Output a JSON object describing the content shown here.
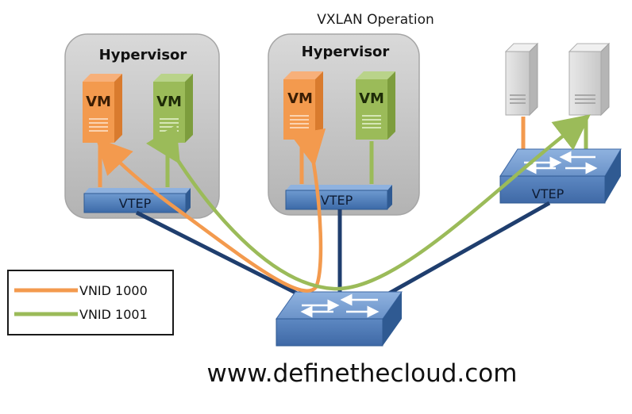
{
  "title": "VXLAN Operation",
  "hypervisors": [
    {
      "label": "Hypervisor",
      "vms": [
        {
          "label": "VM",
          "vnid": "1000"
        },
        {
          "label": "VM",
          "vnid": "1001"
        }
      ],
      "vtep_label": "VTEP"
    },
    {
      "label": "Hypervisor",
      "vms": [
        {
          "label": "VM",
          "vnid": "1000"
        },
        {
          "label": "VM",
          "vnid": "1001"
        }
      ],
      "vtep_label": "VTEP"
    }
  ],
  "physical_switch": {
    "vtep_label": "VTEP"
  },
  "legend": {
    "items": [
      {
        "label": "VNID 1000",
        "color": "#f39a4e"
      },
      {
        "label": "VNID 1001",
        "color": "#9bbb59"
      }
    ]
  },
  "footer_url": "www.definethecloud.com",
  "colors": {
    "orange": "#f39a4e",
    "green": "#9bbb59",
    "navy": "#1f3e6e",
    "hypervisor_bg": "#c6c6c6",
    "vtep_blue": "#4f81bd"
  }
}
